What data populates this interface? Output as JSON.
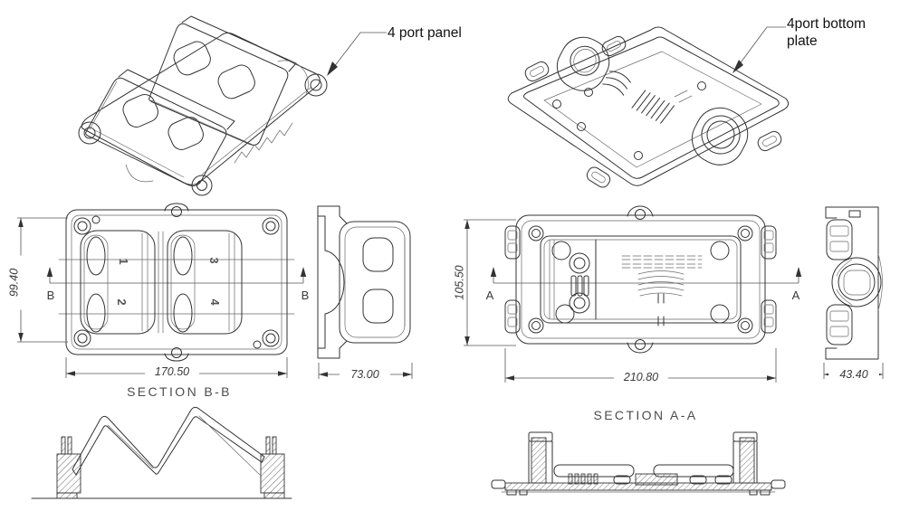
{
  "colors": {
    "background": "#ffffff",
    "line": "#333333",
    "dimension": "#3a3a3a",
    "section_label": "#4d4d4d"
  },
  "callouts": {
    "panel": "4 port panel",
    "plate": "4port bottom\nplate"
  },
  "dimensions": {
    "panel_height": "99.40",
    "panel_width": "170.50",
    "panel_side_width": "73.00",
    "plate_height": "105.50",
    "plate_width": "210.80",
    "plate_side_width": "43.40"
  },
  "sections": {
    "bb": {
      "label": "SECTION B-B",
      "marker": "B"
    },
    "aa": {
      "label": "SECTION A-A",
      "marker": "A"
    }
  },
  "ports": [
    "1",
    "2",
    "3",
    "4"
  ]
}
